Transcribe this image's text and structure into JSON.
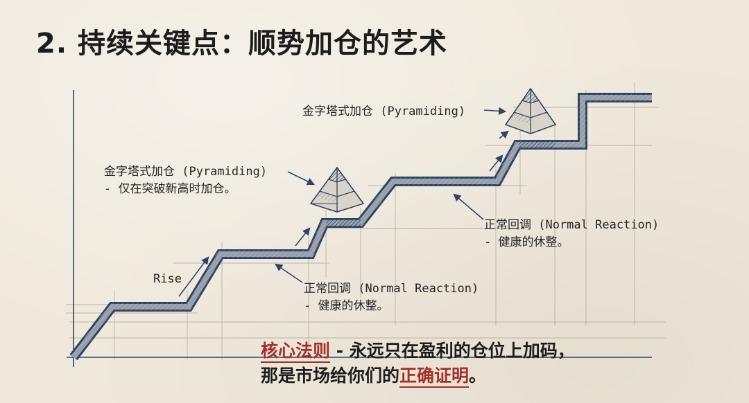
{
  "title": "2. 持续关键点：顺势加仓的艺术",
  "annotations": {
    "pyramid_top": "金字塔式加仓 (Pyramiding)",
    "pyramid_mid_line1": "金字塔式加仓 (Pyramiding)",
    "pyramid_mid_line2": "- 仅在突破新高时加仓。",
    "rise": "Rise",
    "normal_right_line1": "正常回调 (Normal Reaction)",
    "normal_right_line2": "- 健康的休整。",
    "normal_mid_line1": "正常回调 (Normal Reaction)",
    "normal_mid_line2": "- 健康的休整。"
  },
  "rule": {
    "label": "核心法则",
    "line1_rest": " - 永远只在盈利的仓位上加码，",
    "line2_pre": "那是市场给你们的",
    "line2_highlight": "正确证明",
    "line2_post": "。"
  },
  "colors": {
    "ink": "#2d4469",
    "accent_red": "#a3302a",
    "paper": "#efe9dc"
  }
}
